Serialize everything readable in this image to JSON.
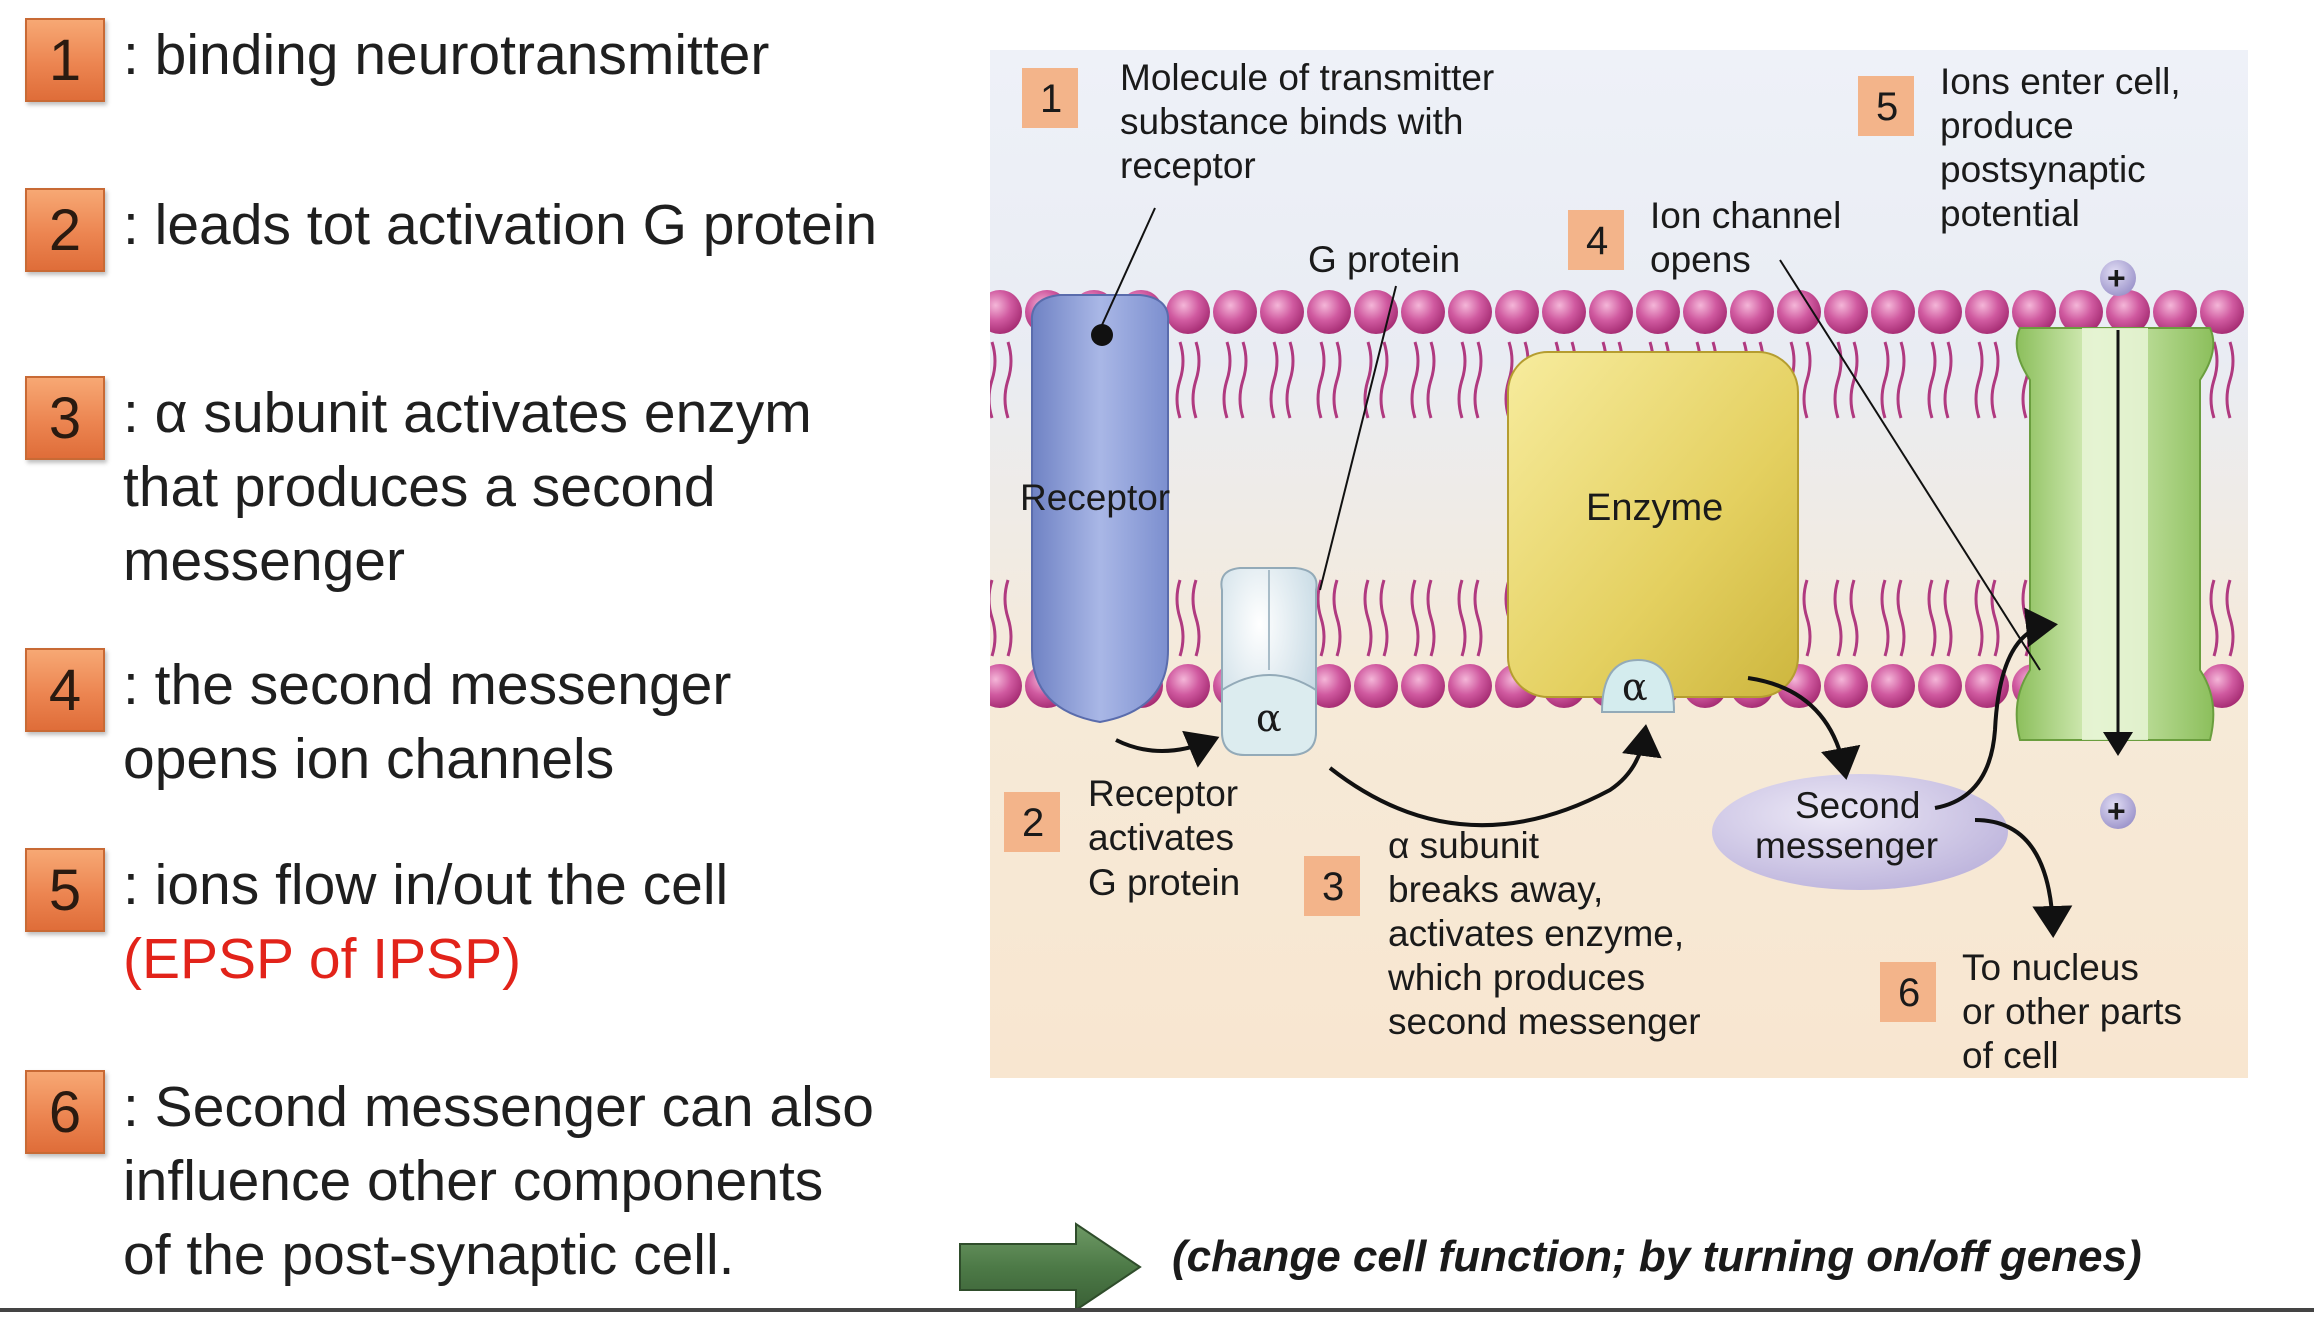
{
  "steps": [
    {
      "num": "1",
      "lines": [
        ": binding neurotransmitter"
      ]
    },
    {
      "num": "2",
      "lines": [
        ": leads tot activation G protein"
      ]
    },
    {
      "num": "3",
      "lines": [
        ": α subunit activates enzym",
        "that produces a second",
        "messenger"
      ]
    },
    {
      "num": "4",
      "lines": [
        ": the second messenger",
        "opens ion channels"
      ]
    },
    {
      "num": "5",
      "lines": [
        ": ions flow in/out the cell",
        "(EPSP of IPSP)"
      ]
    },
    {
      "num": "6",
      "lines": [
        ": Second messenger can also",
        "influence other components",
        "of the post-synaptic cell."
      ]
    }
  ],
  "figure": {
    "labels": {
      "step1": [
        "Molecule of transmitter",
        "substance binds with",
        "receptor"
      ],
      "step2": [
        "Receptor",
        "activates",
        "G protein"
      ],
      "step3": [
        "α subunit",
        "breaks away,",
        "activates enzyme,",
        "which produces",
        "second messenger"
      ],
      "step4": [
        "Ion channel",
        "opens"
      ],
      "step5": [
        "Ions enter cell,",
        "produce",
        "postsynaptic",
        "potential"
      ],
      "step6": [
        "To nucleus",
        "or other parts",
        "of cell"
      ],
      "receptor": "Receptor",
      "g_protein": "G protein",
      "enzyme": "Enzyme",
      "alpha": "α",
      "second_messenger": [
        "Second",
        "messenger"
      ],
      "plus": "+"
    },
    "badges": [
      "1",
      "2",
      "3",
      "4",
      "5",
      "6"
    ],
    "colors": {
      "badge": "#f3b48a",
      "membrane_head": "#c8428e",
      "receptor": "#8e9fd6",
      "enzyme": "#e6d266",
      "channel": "#a9d27e",
      "second_messenger": "#cfc8e6",
      "red_text": "#e2231a",
      "arrow_green": "#4d7a47"
    }
  },
  "caption": "(change cell function; by turning on/off genes)"
}
